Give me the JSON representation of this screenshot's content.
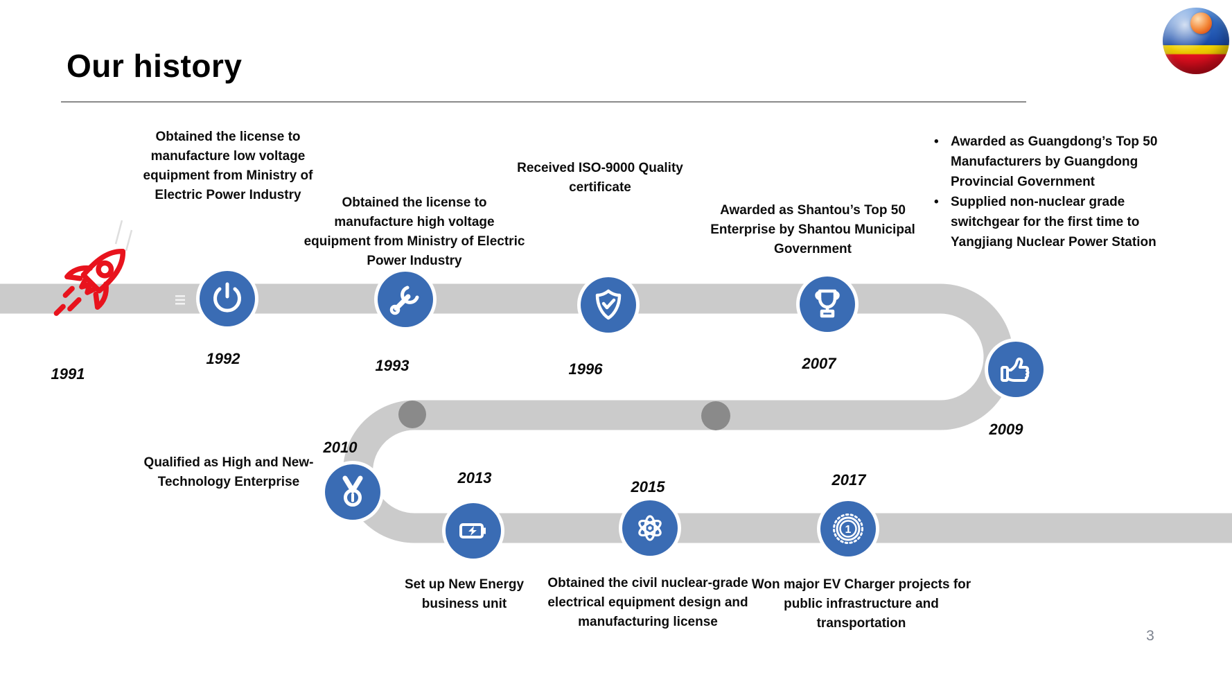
{
  "slide": {
    "title": "Our history",
    "page_number": "3",
    "logo": {
      "name": "glossy-blue-yellow-red-sphere"
    },
    "colors": {
      "icon_blue": "#3A6CB4",
      "track_gray": "#CBCBCB",
      "dot_gray": "#8A8A8A",
      "rocket_red": "#E8131D",
      "text_black": "#0D0D0D",
      "page_number_gray": "#7C828E"
    },
    "milestones": [
      {
        "year": "1991",
        "icon": "rocket"
      },
      {
        "year": "1992",
        "icon": "power",
        "text": [
          "Obtained the license to",
          "manufacture low voltage",
          "equipment from Ministry of",
          "Electric Power Industry"
        ]
      },
      {
        "year": "1993",
        "icon": "wrench",
        "text": [
          "Obtained the license to",
          "manufacture high voltage",
          "equipment from Ministry of Electric",
          "Power Industry"
        ]
      },
      {
        "year": "1996",
        "icon": "shield-check",
        "text": [
          "Received ISO-9000 Quality",
          "certificate"
        ]
      },
      {
        "year": "2007",
        "icon": "trophy",
        "text": [
          "Awarded as Shantou’s Top 50",
          "Enterprise by Shantou Municipal",
          "Government"
        ]
      },
      {
        "year": "2009",
        "icon": "thumbs-up",
        "bullets": [
          [
            "Awarded as Guangdong’s Top 50",
            "Manufacturers by Guangdong",
            "Provincial Government"
          ],
          [
            "Supplied non-nuclear grade",
            "switchgear for the first time to",
            "Yangjiang Nuclear Power Station"
          ]
        ]
      },
      {
        "year": "2010",
        "icon": "medal",
        "text": [
          "Qualified as High and New-",
          "Technology Enterprise"
        ]
      },
      {
        "year": "2013",
        "icon": "battery-charging",
        "text": [
          "Set up New Energy",
          "business unit"
        ]
      },
      {
        "year": "2015",
        "icon": "atom",
        "text": [
          "Obtained the civil nuclear-grade",
          "electrical equipment design and",
          "manufacturing license"
        ]
      },
      {
        "year": "2017",
        "icon": "badge-number-1",
        "icon_label": "1",
        "text": [
          "Won major EV Charger projects for",
          "public infrastructure and",
          "transportation"
        ]
      }
    ]
  }
}
